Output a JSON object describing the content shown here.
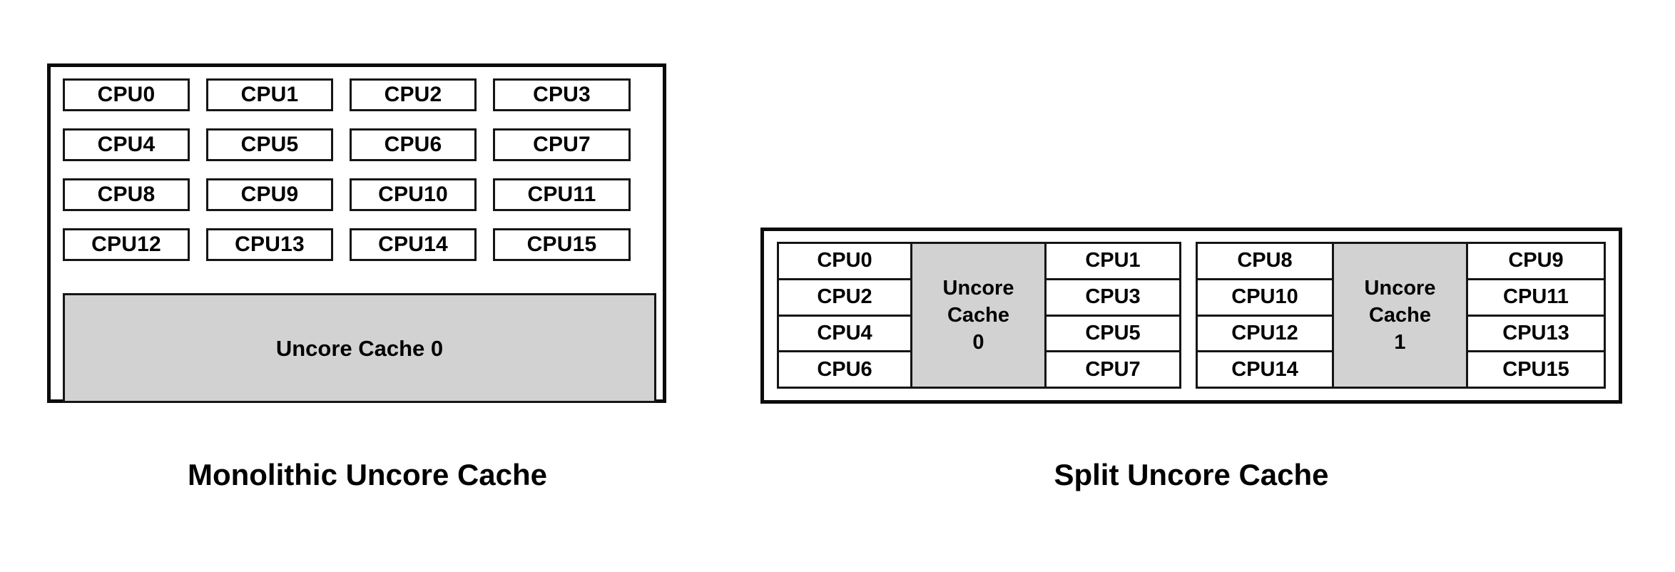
{
  "figure": {
    "colors": {
      "cache_fill": "#d2d2d2",
      "border": "#151515",
      "frame": "#0b0b0b",
      "background": "#ffffff",
      "text": "#000000"
    }
  },
  "monolithic": {
    "caption": "Monolithic Uncore Cache",
    "cpu_grid": {
      "rows": 4,
      "columns": 4,
      "cells": [
        "CPU0",
        "CPU1",
        "CPU2",
        "CPU3",
        "CPU4",
        "CPU5",
        "CPU6",
        "CPU7",
        "CPU8",
        "CPU9",
        "CPU10",
        "CPU11",
        "CPU12",
        "CPU13",
        "CPU14",
        "CPU15"
      ]
    },
    "cache": {
      "label": "Uncore Cache 0"
    }
  },
  "split": {
    "caption": "Split Uncore Cache",
    "clusters": [
      {
        "left_column": [
          "CPU0",
          "CPU2",
          "CPU4",
          "CPU6"
        ],
        "cache": {
          "line1": "Uncore",
          "line2": "Cache",
          "line3": "0"
        },
        "right_column": [
          "CPU1",
          "CPU3",
          "CPU5",
          "CPU7"
        ]
      },
      {
        "left_column": [
          "CPU8",
          "CPU10",
          "CPU12",
          "CPU14"
        ],
        "cache": {
          "line1": "Uncore",
          "line2": "Cache",
          "line3": "1"
        },
        "right_column": [
          "CPU9",
          "CPU11",
          "CPU13",
          "CPU15"
        ]
      }
    ]
  }
}
